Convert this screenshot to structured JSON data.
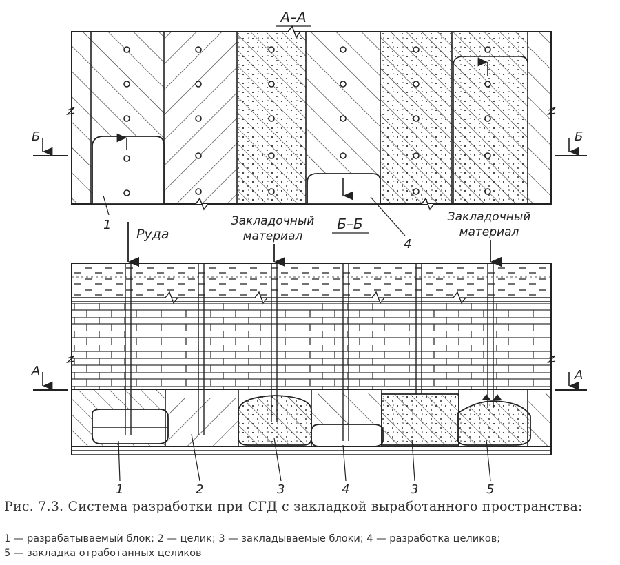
{
  "figure": {
    "section_aa": "А–А",
    "section_bb": "Б–Б",
    "marker_b": "Б",
    "marker_a": "А",
    "ore_label": "Руда",
    "backfill_label_left": [
      "Закладочный",
      "материал"
    ],
    "backfill_label_right": [
      "Закладочный",
      "материал"
    ],
    "top_callouts": [
      "1",
      "4"
    ],
    "bottom_callouts": [
      "1",
      "2",
      "3",
      "4",
      "3",
      "5"
    ]
  },
  "caption": {
    "title": "Рис. 7.3. Система разработки при СГД с закладкой выработанного пространства:",
    "legend_line1": "1 — разрабатываемый блок; 2 — целик; 3 — закладываемые блоки; 4 — разработка целиков;",
    "legend_line2": "5 — закладка отработанных целиков"
  }
}
